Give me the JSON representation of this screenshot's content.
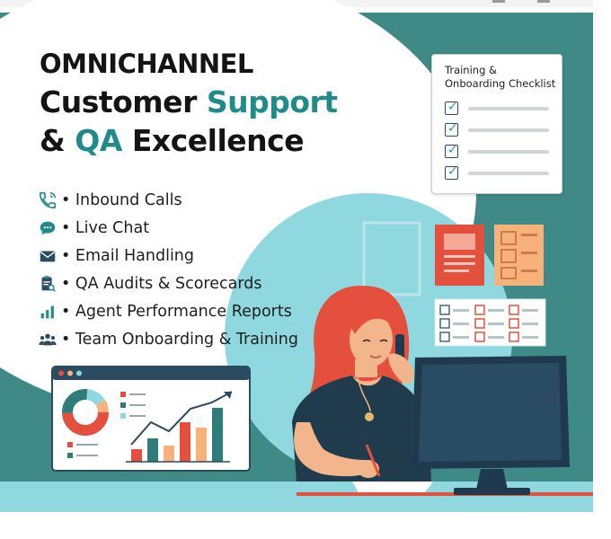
{
  "title": {
    "line1": "OMNICHANNEL",
    "line2_plain": "Customer ",
    "line2_accent": "Support",
    "line3_plain_before": "& ",
    "line3_accent": "QA",
    "line3_plain_after": " Excellence"
  },
  "services": [
    {
      "icon": "phone-icon",
      "label": "• Inbound Calls"
    },
    {
      "icon": "chat-bubble-icon",
      "label": "• Live Chat"
    },
    {
      "icon": "envelope-icon",
      "label": "• Email Handling"
    },
    {
      "icon": "clipboard-search-icon",
      "label": "• QA Audits & Scorecards"
    },
    {
      "icon": "bar-chart-icon",
      "label": "• Agent Performance Reports"
    },
    {
      "icon": "team-icon",
      "label": "• Team Onboarding & Training"
    }
  ],
  "checklist": {
    "title": "Training &\nOnboarding Checklist",
    "items_checked": 4
  },
  "colors": {
    "teal_dark": "#3f8a86",
    "teal_accent": "#1f8c8a",
    "light_blue": "#8fd8df",
    "hair_red": "#e4503d",
    "shirt_navy": "#203c4c",
    "skin": "#f2b58c",
    "monitor_navy": "#1f3a4e"
  }
}
